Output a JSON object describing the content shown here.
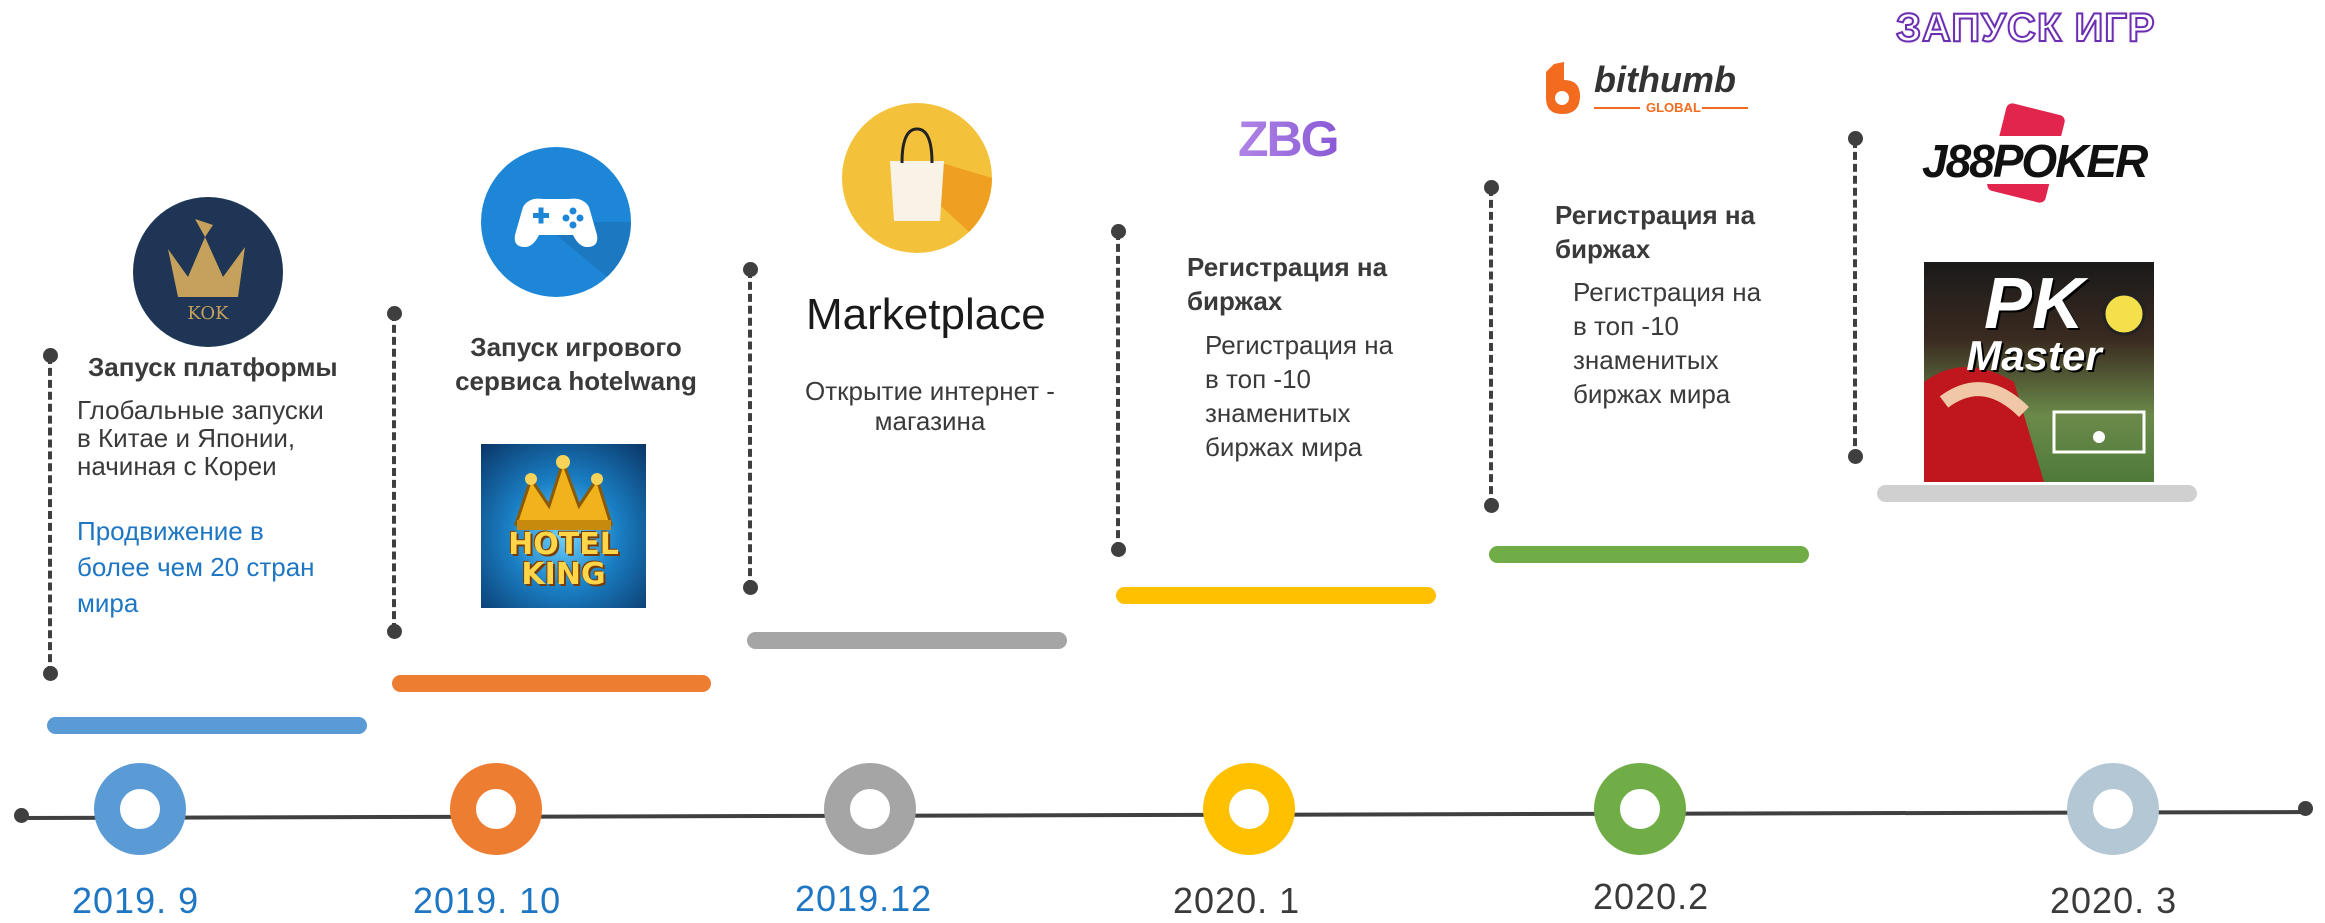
{
  "milestones": [
    {
      "date": "2019. 9",
      "title": "Запуск платформы",
      "body": [
        "Глобальные запуски",
        "в Китае  и Японии,",
        "начиная с Кореи"
      ],
      "highlight": [
        "Продвижение в",
        "более чем 20 стран",
        "мира"
      ],
      "logo_text": "KOK",
      "color": "#5b9bd5"
    },
    {
      "date": "2019. 10",
      "title": [
        "Запуск игрового",
        "сервиса hotelwang"
      ],
      "logo_text": [
        "HOTEL",
        "KING"
      ],
      "color": "#ed7d31"
    },
    {
      "date": "2019.12",
      "title": "Marketplace",
      "body": [
        "Открытие интернет -",
        "магазина"
      ],
      "color": "#a5a5a5"
    },
    {
      "date": "2020. 1",
      "title": [
        "Регистрация на",
        "биржах"
      ],
      "body": [
        "Регистрация  на",
        "в топ -10",
        "знаменитых",
        "биржах мира"
      ],
      "logo_text": "ZBG",
      "color": "#ffc000"
    },
    {
      "date": "2020.2",
      "title": [
        "Регистрация на",
        "биржах"
      ],
      "body": [
        "Регистрация  на",
        "в топ -10",
        "знаменитых",
        "биржах мира"
      ],
      "logo_text": "bithumb",
      "logo_sub": "GLOBAL",
      "color": "#70ad47"
    },
    {
      "date": "2020. 3",
      "title": "ЗАПУСК ИГР",
      "logo_text": "J88POKER",
      "game_text": [
        "PK",
        "Master"
      ],
      "color": "#b4c7d4"
    }
  ],
  "colors": {
    "blue_text": "#1f77c4",
    "dark_text": "#3a3a3a",
    "axis": "#404040"
  }
}
